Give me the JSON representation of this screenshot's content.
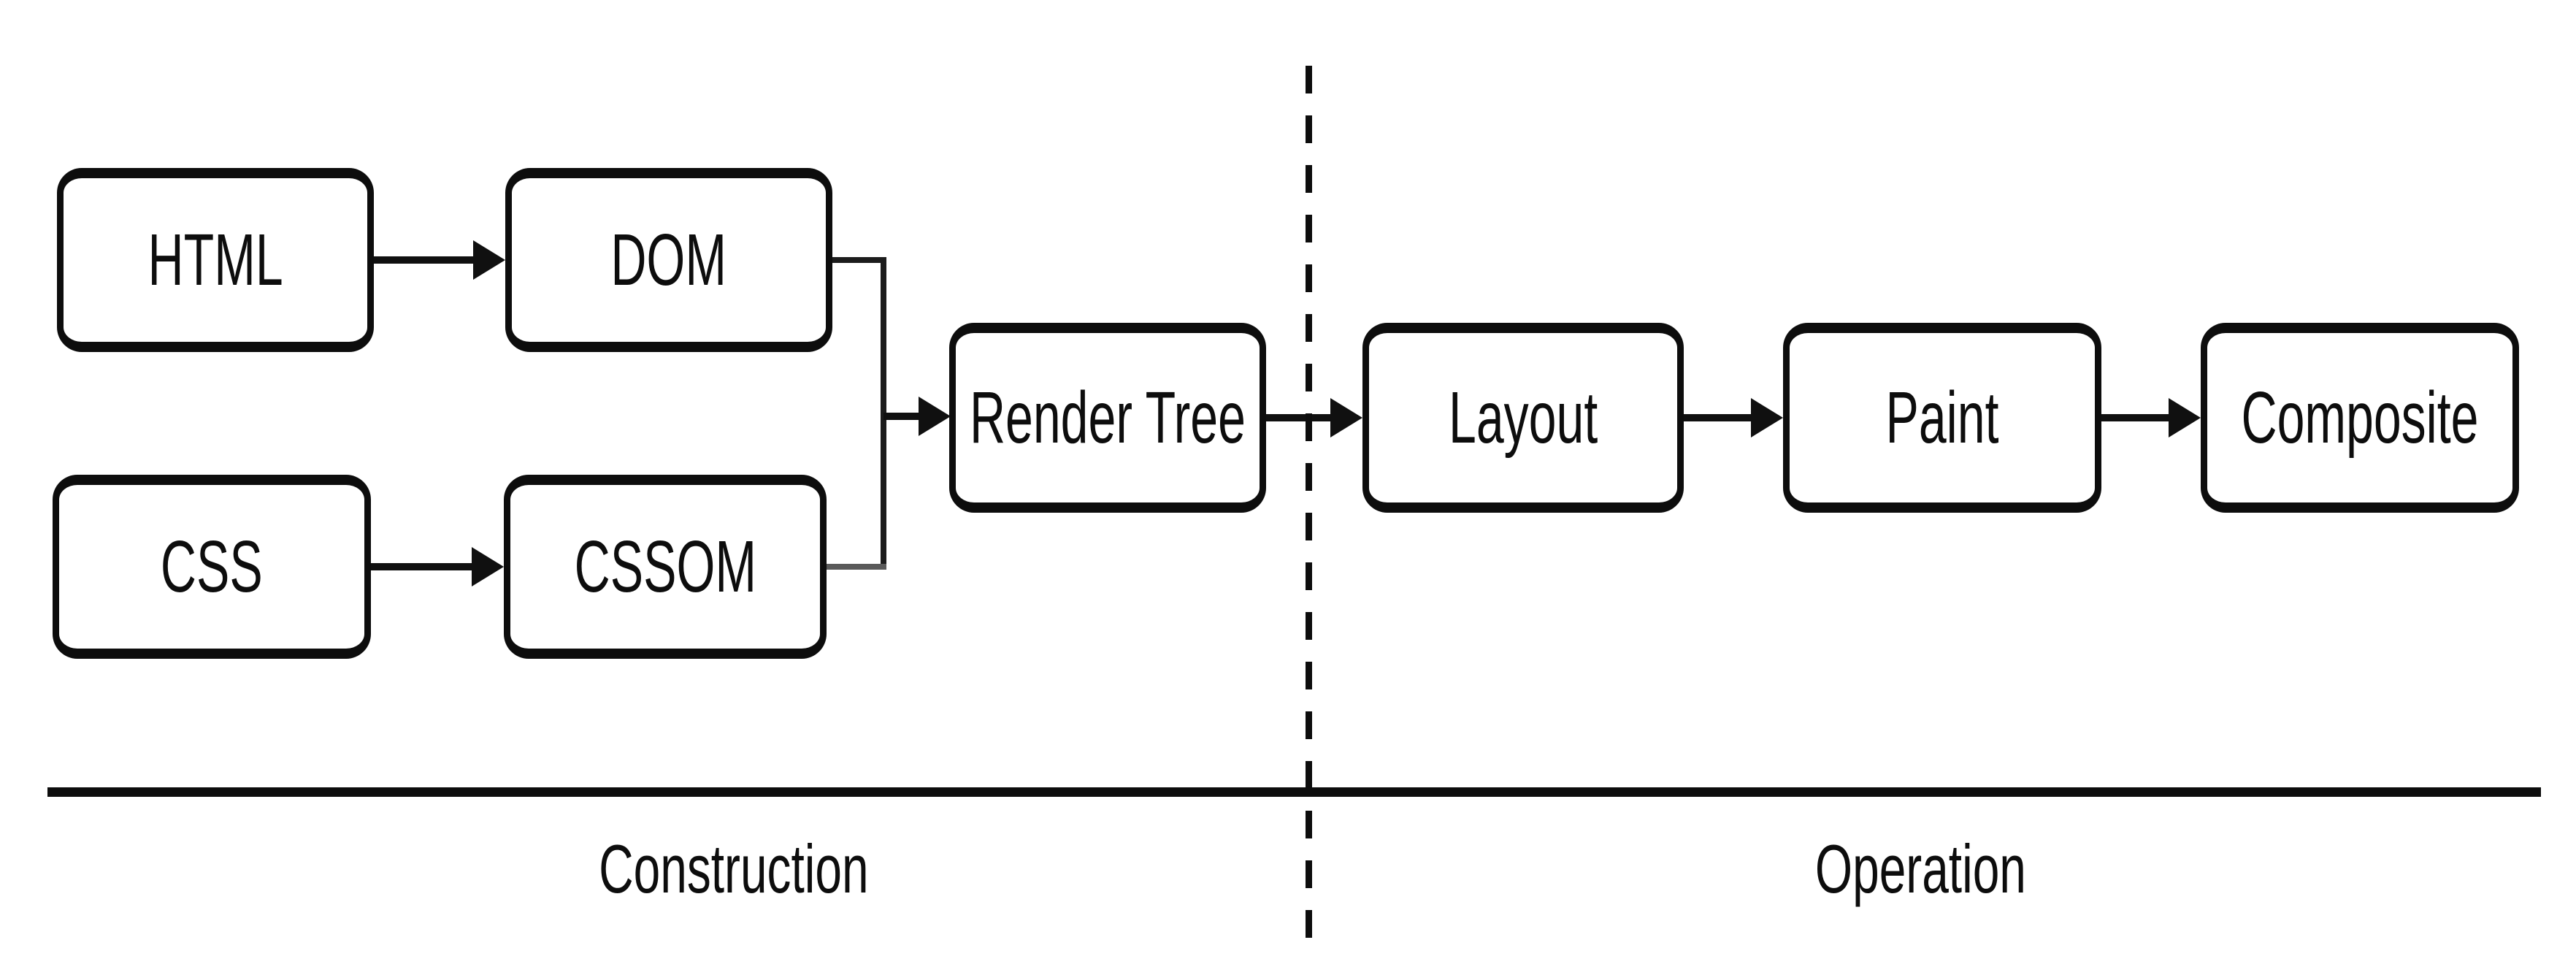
{
  "diagram": {
    "type": "flowchart",
    "nodes": [
      {
        "id": "html",
        "label": "HTML"
      },
      {
        "id": "dom",
        "label": "DOM"
      },
      {
        "id": "css",
        "label": "CSS"
      },
      {
        "id": "cssom",
        "label": "CSSOM"
      },
      {
        "id": "render_tree",
        "label": "Render Tree"
      },
      {
        "id": "layout",
        "label": "Layout"
      },
      {
        "id": "paint",
        "label": "Paint"
      },
      {
        "id": "composite",
        "label": "Composite"
      }
    ],
    "edges": [
      {
        "from": "html",
        "to": "dom"
      },
      {
        "from": "css",
        "to": "cssom"
      },
      {
        "from": "dom",
        "to": "render_tree"
      },
      {
        "from": "cssom",
        "to": "render_tree"
      },
      {
        "from": "render_tree",
        "to": "layout"
      },
      {
        "from": "layout",
        "to": "paint"
      },
      {
        "from": "paint",
        "to": "composite"
      }
    ],
    "sections": [
      {
        "label": "Construction"
      },
      {
        "label": "Operation"
      }
    ],
    "colors": {
      "stroke": "#0d0d0d",
      "background": "#ffffff"
    }
  }
}
